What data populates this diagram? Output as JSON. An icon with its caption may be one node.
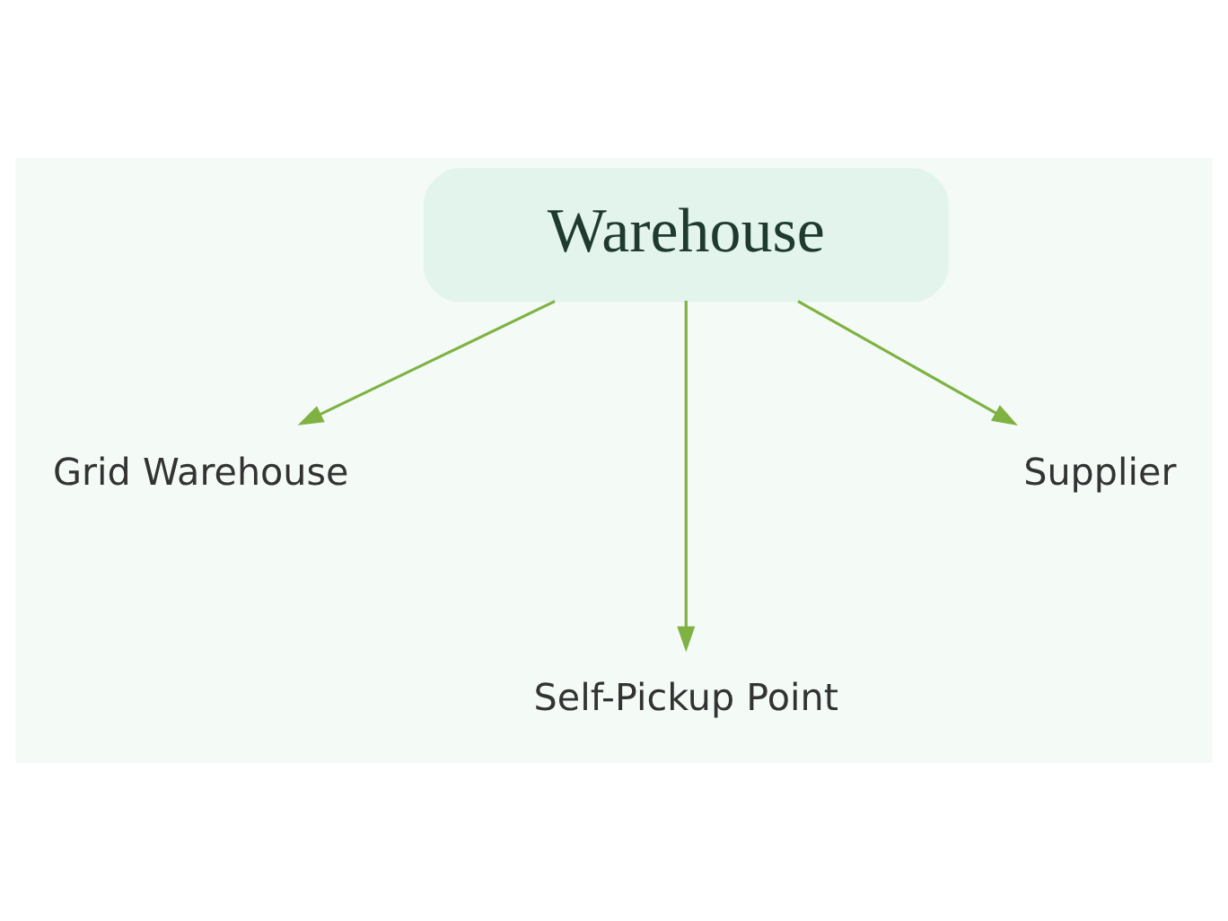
{
  "diagram": {
    "nodes": [
      {
        "text": [
          "Warehouse"
        ]
      },
      {
        "text": [
          "Grid Warehouse"
        ]
      },
      {
        "text": [
          "Self-Pickup Point"
        ]
      },
      {
        "text": [
          "Supplier"
        ]
      }
    ],
    "edges": [
      {
        "from": 0,
        "to": 1,
        "arrow": "to"
      },
      {
        "from": 0,
        "to": 2,
        "arrow": "to"
      },
      {
        "from": 0,
        "to": 3,
        "arrow": "to"
      }
    ]
  }
}
